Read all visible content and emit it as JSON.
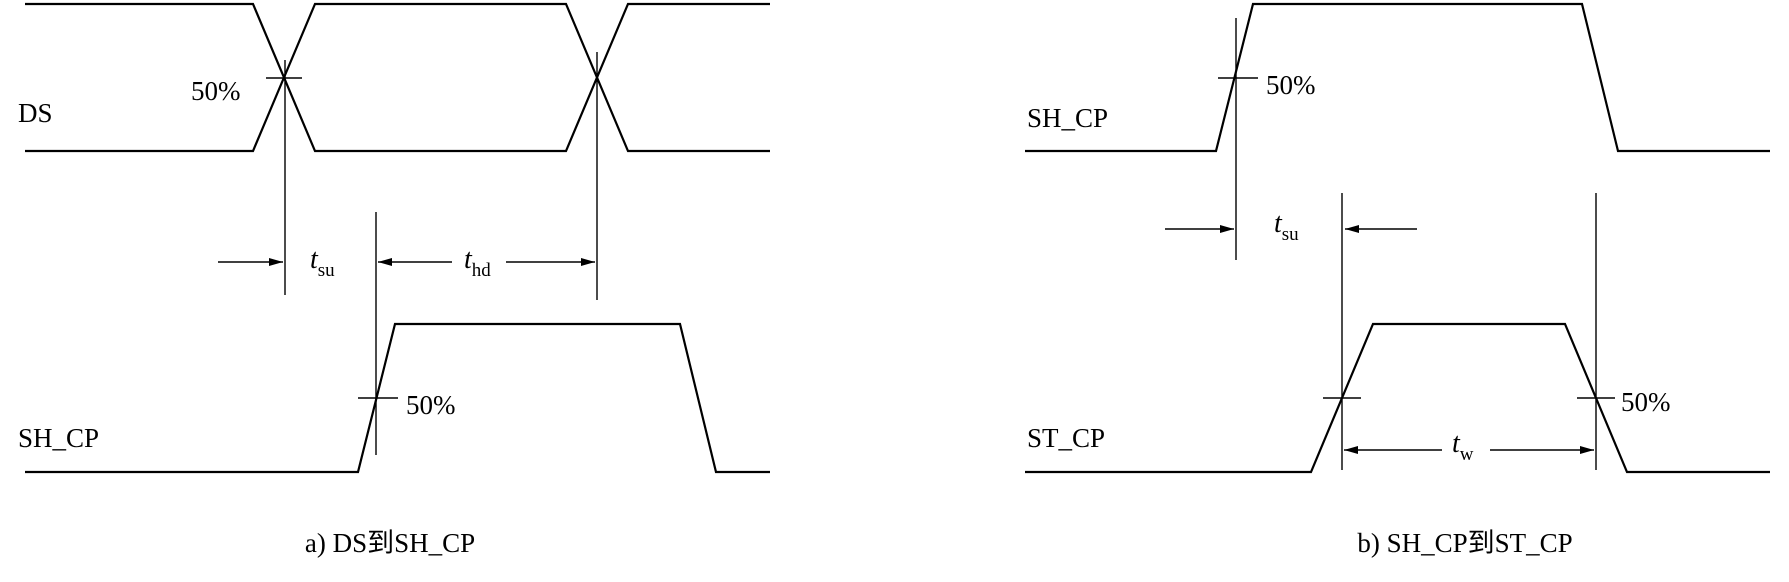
{
  "panel_a": {
    "signal_top": "DS",
    "signal_bottom": "SH_CP",
    "threshold_top": "50%",
    "threshold_bottom": "50%",
    "setup": {
      "t": "t",
      "sub": "su"
    },
    "hold": {
      "t": "t",
      "sub": "hd"
    },
    "caption": "a) DS到SH_CP"
  },
  "panel_b": {
    "signal_top": "SH_CP",
    "signal_bottom": "ST_CP",
    "threshold_top": "50%",
    "threshold_bottom": "50%",
    "setup": {
      "t": "t",
      "sub": "su"
    },
    "width": {
      "t": "t",
      "sub": "w"
    },
    "caption": "b) SH_CP到ST_CP"
  }
}
